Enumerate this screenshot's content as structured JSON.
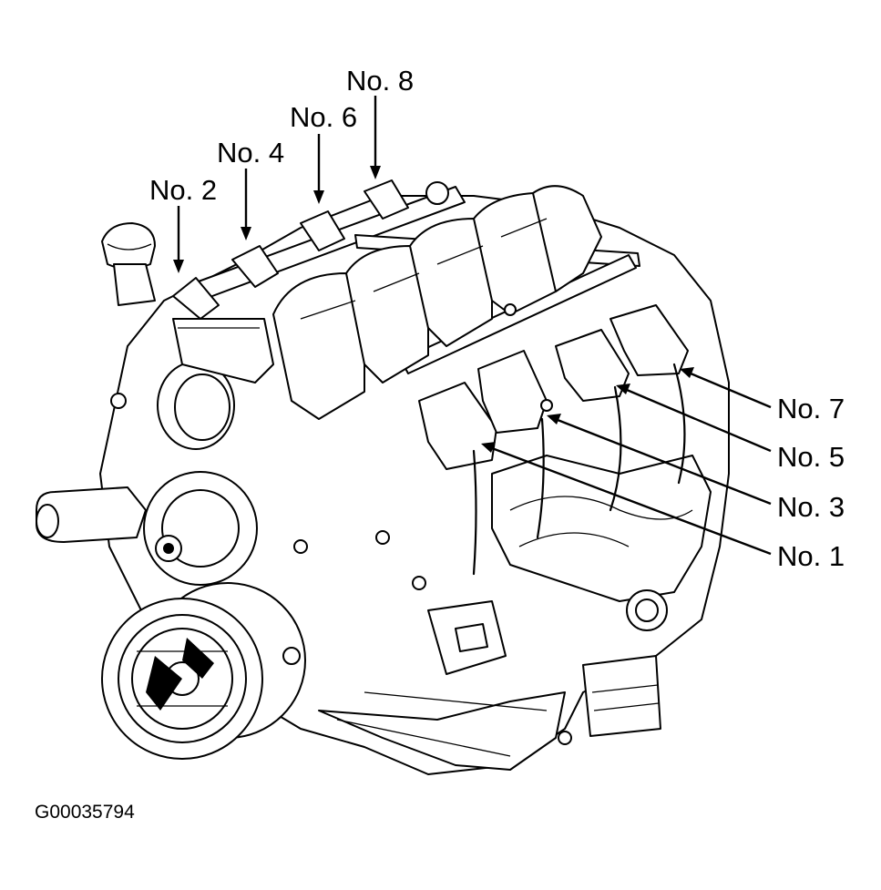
{
  "labels": {
    "no8": "No. 8",
    "no6": "No. 6",
    "no4": "No. 4",
    "no2": "No. 2",
    "no7": "No. 7",
    "no5": "No. 5",
    "no3": "No. 3",
    "no1": "No. 1"
  },
  "figure_id": "G00035794"
}
